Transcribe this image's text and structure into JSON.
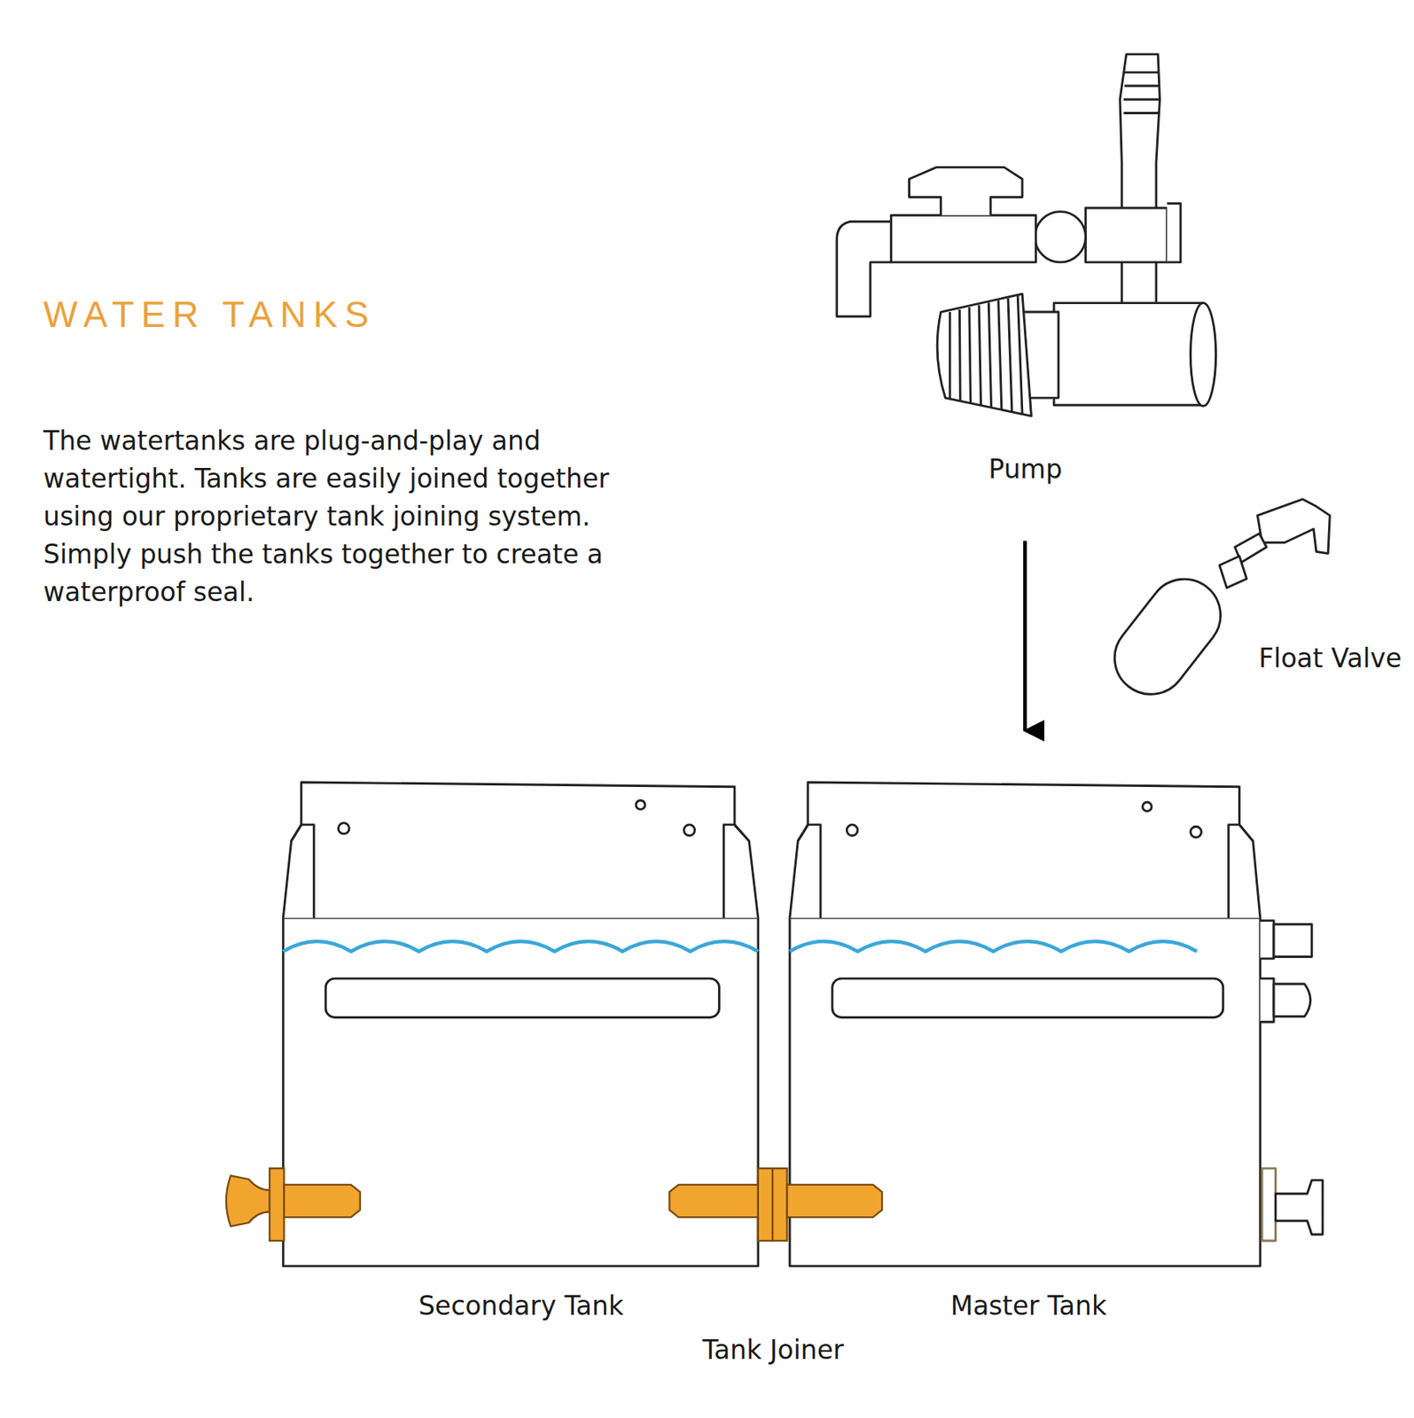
{
  "diagram": {
    "title": "WATER TANKS",
    "labels": [
      "The watertanks are plug-and-play and watertight. Tanks are easily joined together using our proprietary tank joining system. Simply push the tanks together to create a waterproof seal.",
      "Pump",
      "Float Valve",
      "Secondary Tank",
      "Master Tank",
      "Tank Joiner"
    ]
  }
}
